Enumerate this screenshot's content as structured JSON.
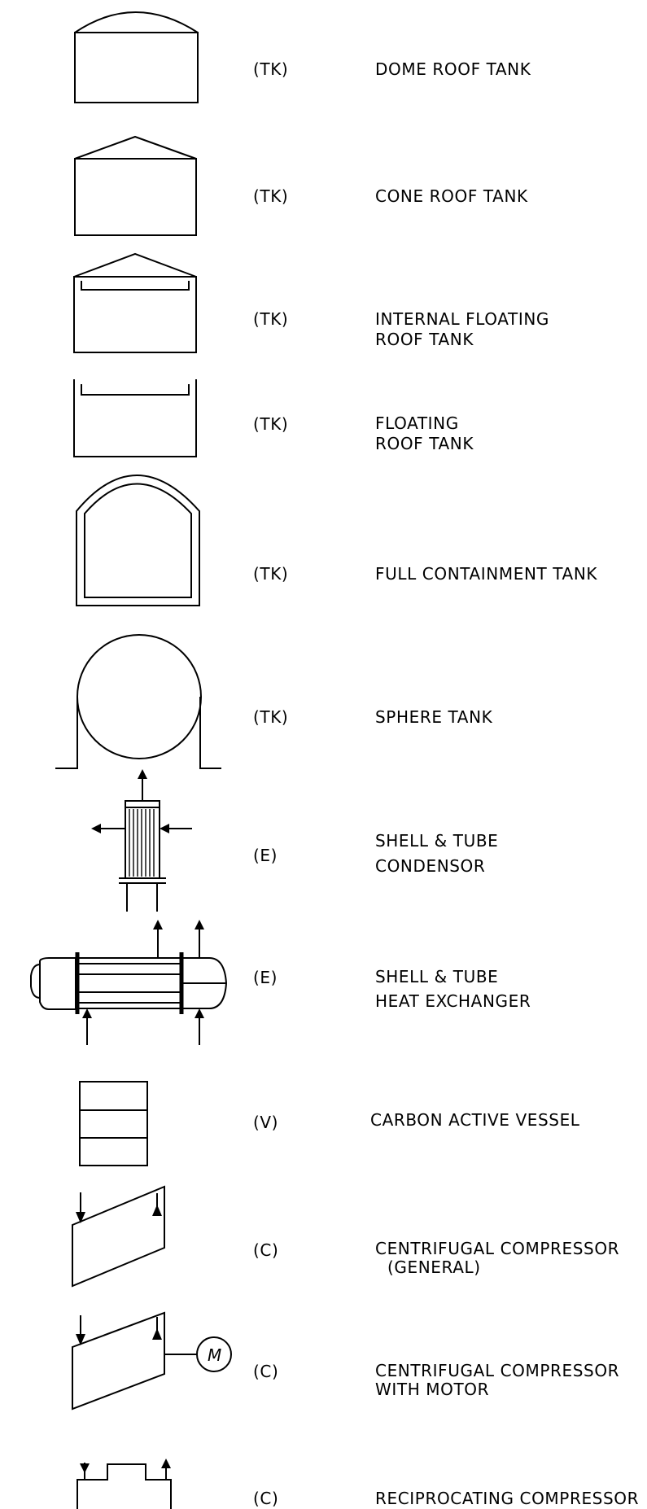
{
  "symbols": [
    {
      "code": "(TK)",
      "line1": "DOME  ROOF  TANK",
      "line2": "",
      "icon": "dome-roof-tank-icon"
    },
    {
      "code": "(TK)",
      "line1": "CONE  ROOF  TANK",
      "line2": "",
      "icon": "cone-roof-tank-icon"
    },
    {
      "code": "(TK)",
      "line1": "INTERNAL  FLOATING",
      "line2": "ROOF  TANK",
      "icon": "internal-floating-roof-tank-icon"
    },
    {
      "code": "(TK)",
      "line1": "FLOATING",
      "line2": "ROOF  TANK",
      "icon": "floating-roof-tank-icon"
    },
    {
      "code": "(TK)",
      "line1": "FULL  CONTAINMENT  TANK",
      "line2": "",
      "icon": "full-containment-tank-icon"
    },
    {
      "code": "(TK)",
      "line1": "SPHERE  TANK",
      "line2": "",
      "icon": "sphere-tank-icon"
    },
    {
      "code": "(E)",
      "line1": "SHELL  &  TUBE",
      "line2": "CONDENSOR",
      "icon": "shell-tube-condensor-icon"
    },
    {
      "code": "(E)",
      "line1": "SHELL  &  TUBE",
      "line2": "HEAT  EXCHANGER",
      "icon": "shell-tube-heat-exchanger-icon"
    },
    {
      "code": "(V)",
      "line1": "CARBON  ACTIVE  VESSEL",
      "line2": "",
      "icon": "carbon-active-vessel-icon"
    },
    {
      "code": "(C)",
      "line1": "CENTRIFUGAL  COMPRESSOR",
      "line2": "(GENERAL)",
      "icon": "centrifugal-compressor-icon"
    },
    {
      "code": "(C)",
      "line1": "CENTRIFUGAL  COMPRESSOR",
      "line2": "WITH  MOTOR",
      "icon": "centrifugal-compressor-motor-icon",
      "motor_label": "M"
    },
    {
      "code": "(C)",
      "line1": "RECIPROCATING  COMPRESSOR",
      "line2": "",
      "icon": "reciprocating-compressor-icon"
    }
  ]
}
